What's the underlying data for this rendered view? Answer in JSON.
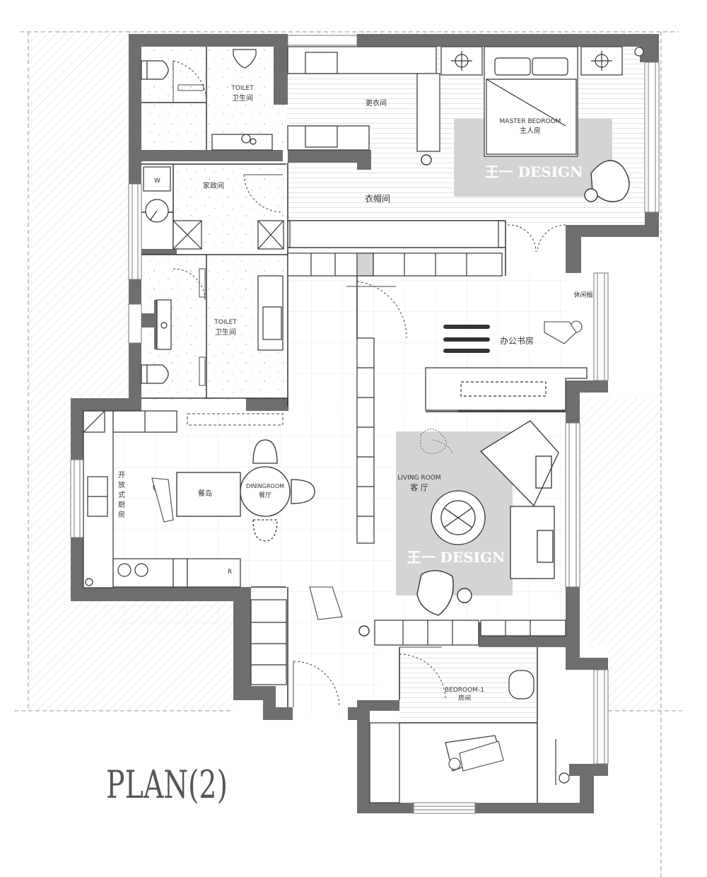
{
  "plan_title": "PLAN(2)",
  "watermark": "王一 DESIGN",
  "colors": {
    "wall": "#6e6e6e",
    "line": "#333333",
    "rug": "#d4d4d4",
    "hatch": "#d9d9d9",
    "wet_floor": "#f6f6f6"
  },
  "rooms": {
    "toilet_top": {
      "en": "TOILET",
      "cn": "卫生间"
    },
    "dressing": {
      "cn": "更衣间"
    },
    "master_bedroom": {
      "en": "MASTER BEDROOM",
      "cn": "主人房"
    },
    "housework": {
      "cn": "家政间"
    },
    "cloakroom": {
      "cn": "衣帽间"
    },
    "toilet_mid": {
      "en": "TOILET",
      "cn": "卫生间"
    },
    "balcony": {
      "cn": "休闲榻"
    },
    "study": {
      "cn": "办公书房"
    },
    "kitchen": {
      "cn_lines": [
        "开",
        "放",
        "式",
        "厨",
        "房"
      ]
    },
    "island": {
      "cn": "餐岛"
    },
    "dining": {
      "en": "DININGROOM",
      "cn": "餐厅"
    },
    "living": {
      "en": "LIVING ROOM",
      "cn": "客 厅"
    },
    "bedroom1": {
      "en": "BEDROOM-1",
      "cn": "房间"
    }
  },
  "fixture_marks": {
    "washer": "W",
    "fridge": "R"
  }
}
